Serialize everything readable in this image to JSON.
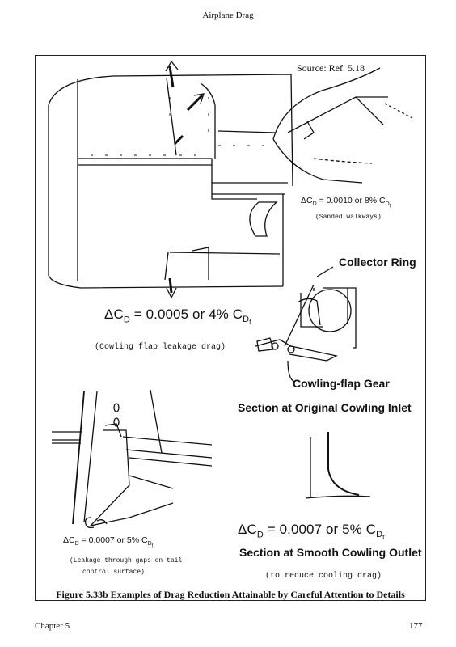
{
  "header": {
    "title": "Airplane Drag"
  },
  "figure": {
    "source": "Source: Ref. 5.18",
    "walkway": {
      "delta": "ΔC",
      "d": "D",
      "eq": " = 0.0010 or 8% C",
      "df": "D",
      "f": "f",
      "note": "(Sanded walkways)"
    },
    "cowling": {
      "delta": "ΔC",
      "d": "D",
      "eq": " = 0.0005 or 4% C",
      "df": "D",
      "f": "f",
      "note": "(Cowling flap leakage drag)"
    },
    "collector_ring": "Collector Ring",
    "cowling_flap_gear": "Cowling-flap Gear",
    "section_inlet": "Section at Original Cowling Inlet",
    "tail": {
      "delta": "ΔC",
      "d": "D",
      "eq": " = 0.0007 or 5% C",
      "df": "D",
      "f": "f",
      "note1": "(Leakage through gaps on tail",
      "note2": "control surface)"
    },
    "outlet": {
      "delta": "ΔC",
      "d": "D",
      "eq": " = 0.0007 or 5% C",
      "df": "D",
      "f": "f",
      "note": "(to reduce cooling drag)"
    },
    "section_outlet": "Section at Smooth Cowling Outlet"
  },
  "caption": "Figure 5.33b Examples of Drag Reduction Attainable by Careful Attention to Details",
  "footer": {
    "chapter": "Chapter 5",
    "page": "177"
  }
}
